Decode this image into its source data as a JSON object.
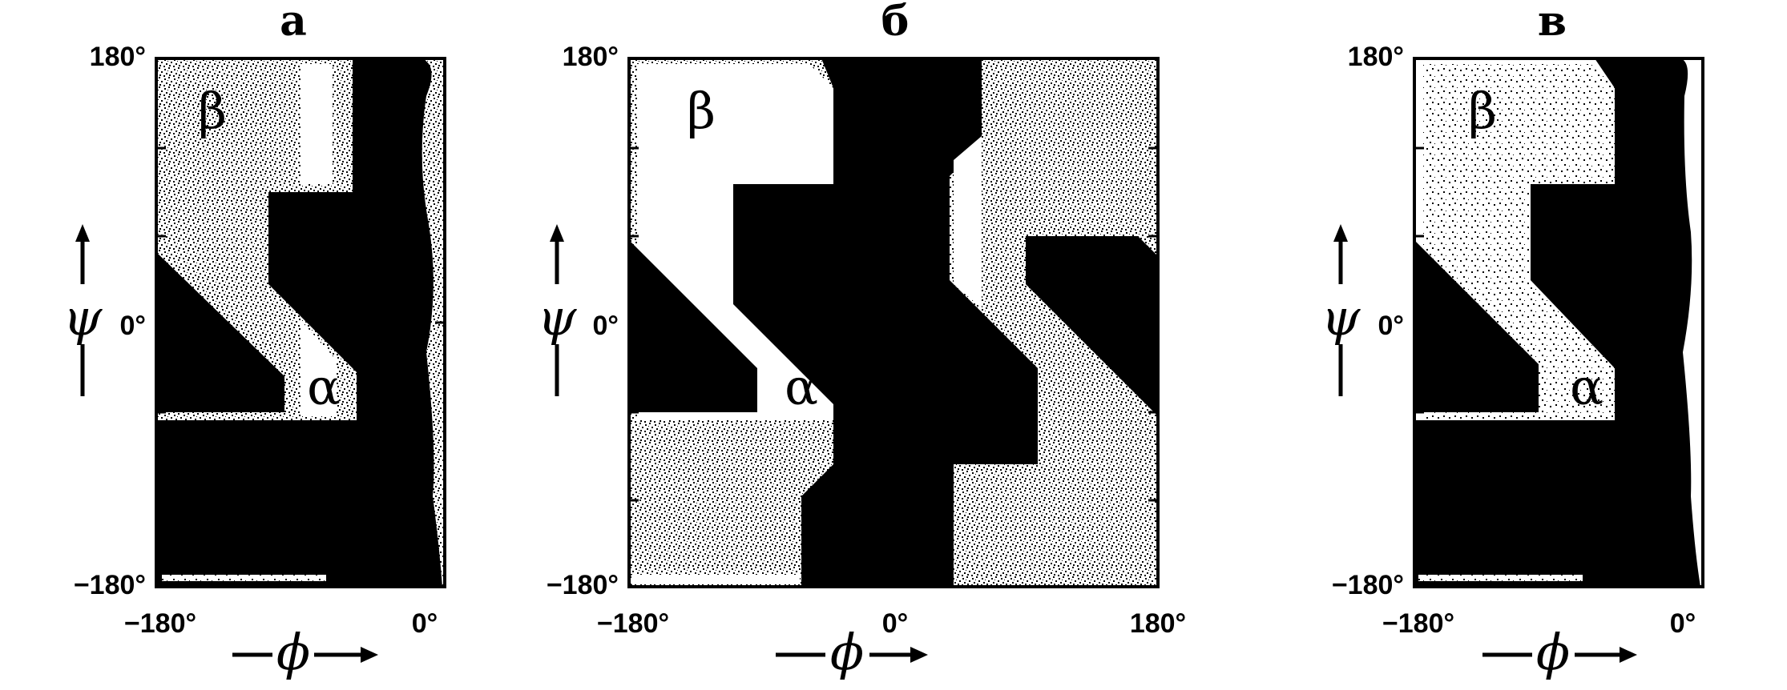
{
  "colors": {
    "allowed": "#000000",
    "forbidden": "#ffffff",
    "background": "#ffffff"
  },
  "panels": [
    {
      "title": "а",
      "y_ticks": {
        "top": "180°",
        "mid": "0°",
        "bottom": "−180°"
      },
      "x_ticks": {
        "left": "−180°",
        "right": "0°"
      },
      "x_axis_symbol": "ϕ",
      "y_axis_symbol": "ψ",
      "region_beta": "β",
      "region_alpha": "α"
    },
    {
      "title": "б",
      "y_ticks": {
        "top": "180°",
        "mid": "0°",
        "bottom": "−180°"
      },
      "x_ticks": {
        "left": "−180°",
        "mid": "0°",
        "right": "180°"
      },
      "x_axis_symbol": "ϕ",
      "y_axis_symbol": "ψ",
      "region_beta": "β",
      "region_alpha": "α"
    },
    {
      "title": "в",
      "y_ticks": {
        "top": "180°",
        "mid": "0°",
        "bottom": "−180°"
      },
      "x_ticks": {
        "left": "−180°",
        "right": "0°"
      },
      "x_axis_symbol": "ϕ",
      "y_axis_symbol": "ψ",
      "region_beta": "β",
      "region_alpha": "α"
    }
  ]
}
